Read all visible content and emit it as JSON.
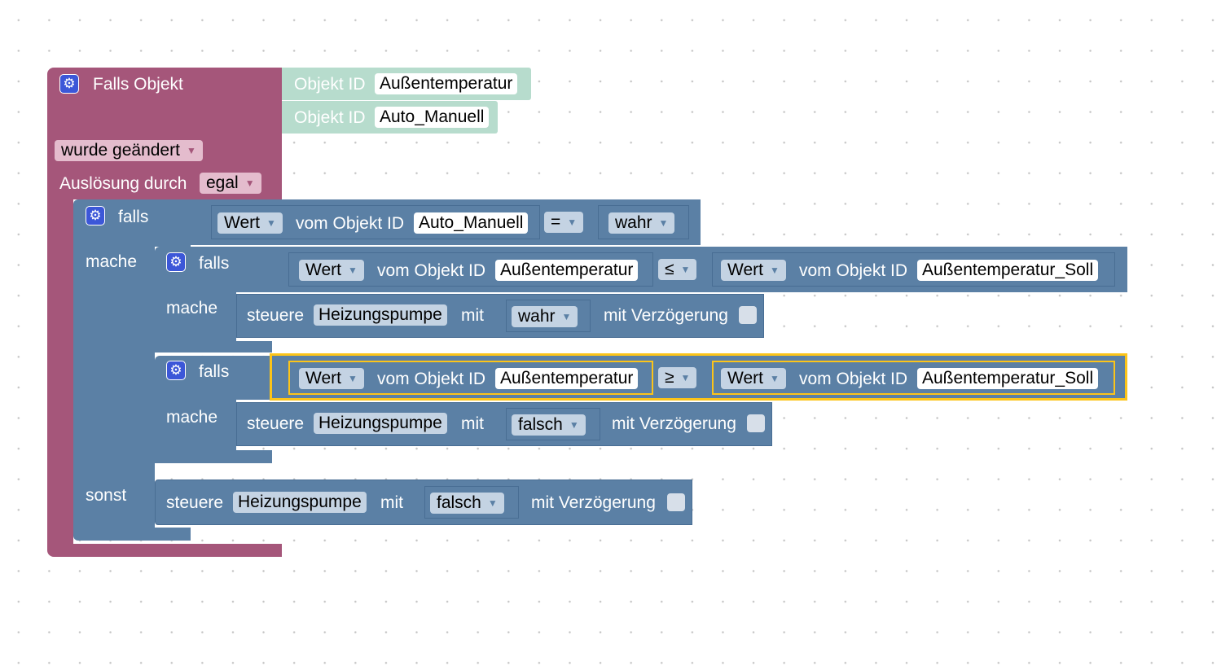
{
  "trigger": {
    "title": "Falls Objekt",
    "object_label_1": "Objekt ID",
    "object_id_1": "Außentemperatur",
    "object_label_2": "Objekt ID",
    "object_id_2": "Auto_Manuell",
    "condition": "wurde geändert",
    "trigger_label": "Auslösung durch",
    "trigger_value": "egal"
  },
  "if_outer": {
    "falls": "falls",
    "mache": "mache",
    "sonst": "sonst",
    "cond": {
      "field": "Wert",
      "mid": "vom Objekt ID",
      "obj": "Auto_Manuell",
      "op": "=",
      "value": "wahr"
    }
  },
  "if1": {
    "falls": "falls",
    "mache": "mache",
    "cond": {
      "field_l": "Wert",
      "mid_l": "vom Objekt ID",
      "obj_l": "Außentemperatur",
      "op": "≤",
      "field_r": "Wert",
      "mid_r": "vom Objekt ID",
      "obj_r": "Außentemperatur_Soll"
    },
    "action": {
      "steuere": "steuere",
      "target": "Heizungspumpe",
      "mit": "mit",
      "value": "wahr",
      "delay": "mit Verzögerung"
    }
  },
  "if2": {
    "falls": "falls",
    "mache": "mache",
    "cond": {
      "field_l": "Wert",
      "mid_l": "vom Objekt ID",
      "obj_l": "Außentemperatur",
      "op": "≥",
      "field_r": "Wert",
      "mid_r": "vom Objekt ID",
      "obj_r": "Außentemperatur_Soll"
    },
    "action": {
      "steuere": "steuere",
      "target": "Heizungspumpe",
      "mit": "mit",
      "value": "falsch",
      "delay": "mit Verzögerung"
    }
  },
  "else_action": {
    "steuere": "steuere",
    "target": "Heizungspumpe",
    "mit": "mit",
    "value": "falsch",
    "delay": "mit Verzögerung"
  },
  "icons": {
    "block_settings": "gear-icon",
    "dropdown": "dropdown-arrow-icon"
  },
  "colors": {
    "trigger": "#a5567a",
    "logic": "#5b80a5",
    "object_id": "#b7dccd",
    "highlight": "#fcc419",
    "gear": "#3c57d8"
  }
}
